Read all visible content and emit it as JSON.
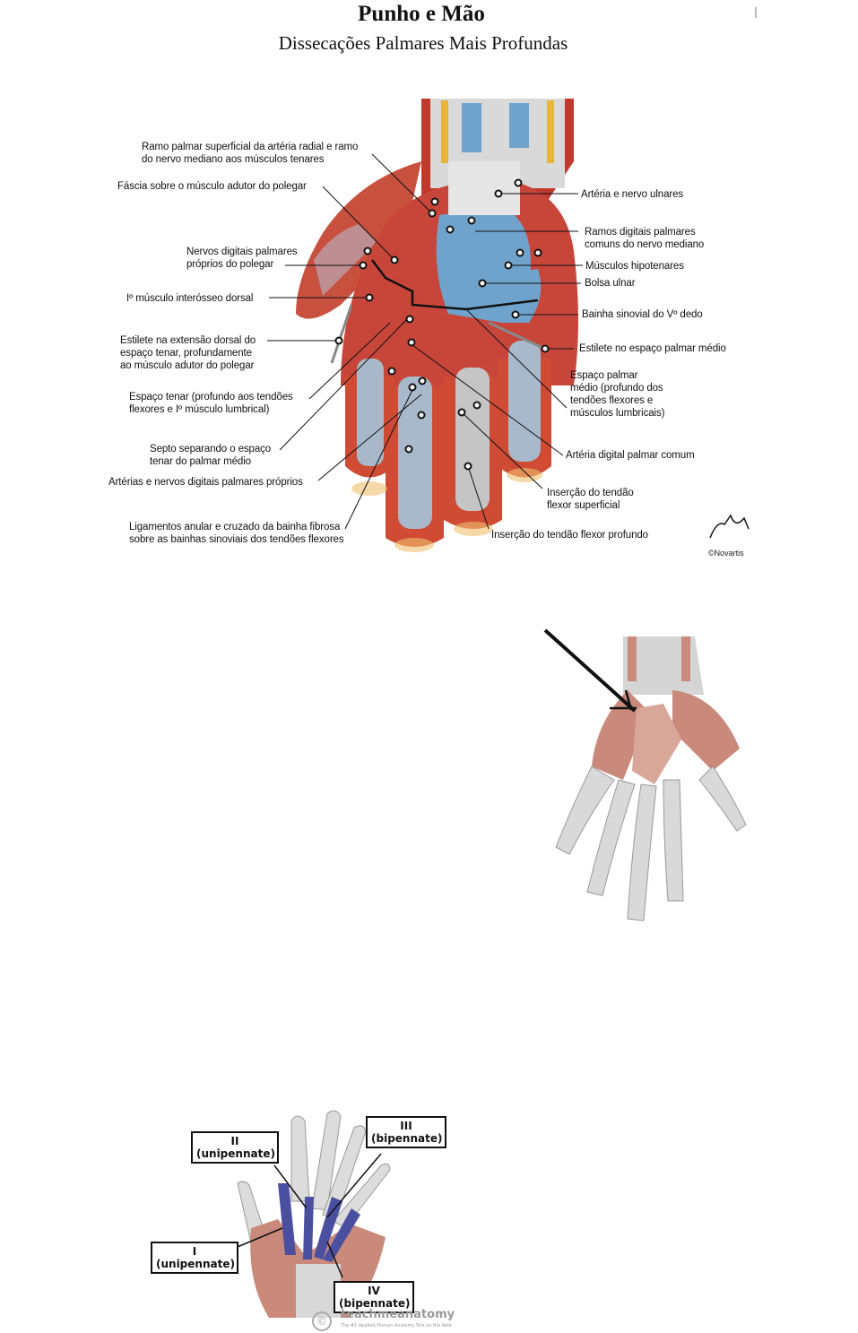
{
  "page": {
    "title": "Punho e Mão",
    "subtitle": "Dissecações Palmares Mais Profundas"
  },
  "figure1": {
    "description": "Deep palmar dissection of the wrist and hand (Netter illustration)",
    "labels_left": [
      {
        "id": "ramo-palmar",
        "text": "Ramo palmar superficial da artéria radial e ramo\ndo nervo mediano aos músculos tenares"
      },
      {
        "id": "fascia",
        "text": "Fáscia sobre o músculo adutor do polegar"
      },
      {
        "id": "nervos-polegar",
        "text": "Nervos digitais palmares\npróprios do polegar"
      },
      {
        "id": "interosseo",
        "text": "Iº músculo interósseo dorsal"
      },
      {
        "id": "estilete-tenar",
        "text": "Estilete na extensão dorsal do\nespaço tenar, profundamente\nao músculo adutor do polegar"
      },
      {
        "id": "espaco-tenar",
        "text": "Espaço tenar (profundo aos tendões\nflexores e Iº músculo lumbrical)"
      },
      {
        "id": "septo",
        "text": "Septo separando o espaço\ntenar do palmar médio"
      },
      {
        "id": "arterias-nervos",
        "text": "Artérias e nervos digitais palmares próprios"
      },
      {
        "id": "ligamentos",
        "text": "Ligamentos anular e cruzado da bainha fibrosa\nsobre as bainhas sinoviais dos tendões flexores"
      }
    ],
    "labels_right": [
      {
        "id": "arteria-ulnar",
        "text": "Artéria e nervo ulnares"
      },
      {
        "id": "ramos-digitais",
        "text": "Ramos digitais palmares\ncomuns do nervo mediano"
      },
      {
        "id": "hipotenares",
        "text": "Músculos hipotenares"
      },
      {
        "id": "bolsa-ulnar",
        "text": "Bolsa ulnar"
      },
      {
        "id": "bainha-v",
        "text": "Bainha sinovial do Vº dedo"
      },
      {
        "id": "estilete-medio",
        "text": "Estilete no espaço palmar médio"
      },
      {
        "id": "espaco-medio",
        "text": "Espaço palmar\nmédio (profundo dos\ntendões flexores e\nmúsculos lumbricais)"
      },
      {
        "id": "arteria-digital",
        "text": "Artéria digital palmar comum"
      },
      {
        "id": "insercao-superficial",
        "text": "Inserção do tendão\nflexor superficial"
      },
      {
        "id": "insercao-profundo",
        "text": "Inserção do tendão flexor profundo"
      }
    ],
    "credit": "©Novartis"
  },
  "figure2": {
    "description": "Palmar view of hand muscles with arrow pointing to thenar region at wrist"
  },
  "figure3": {
    "description": "Lumbrical muscles highlighted in blue",
    "labels": [
      {
        "id": "lumbrical-1",
        "numeral": "I",
        "type": "(unipennate)"
      },
      {
        "id": "lumbrical-2",
        "numeral": "II",
        "type": "(unipennate)"
      },
      {
        "id": "lumbrical-3",
        "numeral": "III",
        "type": "(bipennate)"
      },
      {
        "id": "lumbrical-4",
        "numeral": "IV",
        "type": "(bipennate)"
      }
    ],
    "watermark": {
      "brand": "teachmeanatomy",
      "tagline": "The #1 Applied Human Anatomy Site on the Web"
    }
  },
  "colors": {
    "muscle": "#c0392b",
    "muscle_pale": "#c98a7c",
    "sheath_blue": "#6fa3cc",
    "tendon": "#e8e8e8",
    "lumbrical_blue": "#4b4fa0",
    "outline": "#111111"
  }
}
